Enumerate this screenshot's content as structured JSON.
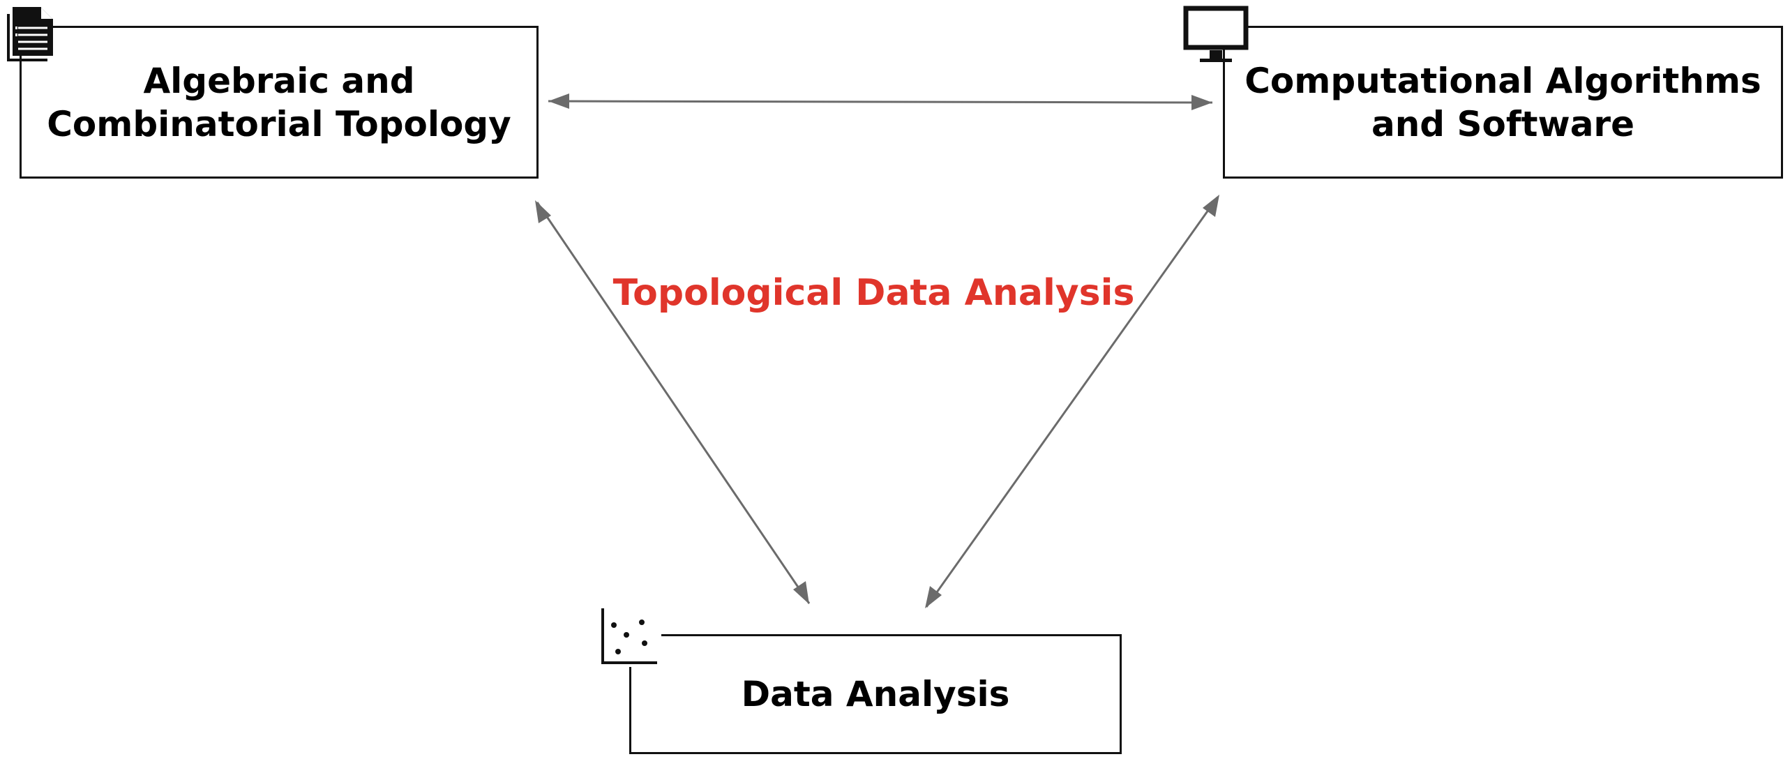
{
  "diagram": {
    "center_label": "Topological Data Analysis",
    "nodes": {
      "topology": {
        "label": "Algebraic and\nCombinatorial Topology",
        "icon": "document-icon"
      },
      "computational": {
        "label": "Computational Algorithms\nand Software",
        "icon": "monitor-icon"
      },
      "data_analysis": {
        "label": "Data Analysis",
        "icon": "scatter-plot-icon"
      }
    },
    "edges": [
      {
        "from": "topology",
        "to": "computational",
        "direction": "bidirectional"
      },
      {
        "from": "topology",
        "to": "data_analysis",
        "direction": "bidirectional"
      },
      {
        "from": "computational",
        "to": "data_analysis",
        "direction": "bidirectional"
      }
    ],
    "colors": {
      "center_label": "#e0352b",
      "arrow": "#6b6b6b",
      "box_border": "#111111",
      "text": "#000000"
    }
  }
}
